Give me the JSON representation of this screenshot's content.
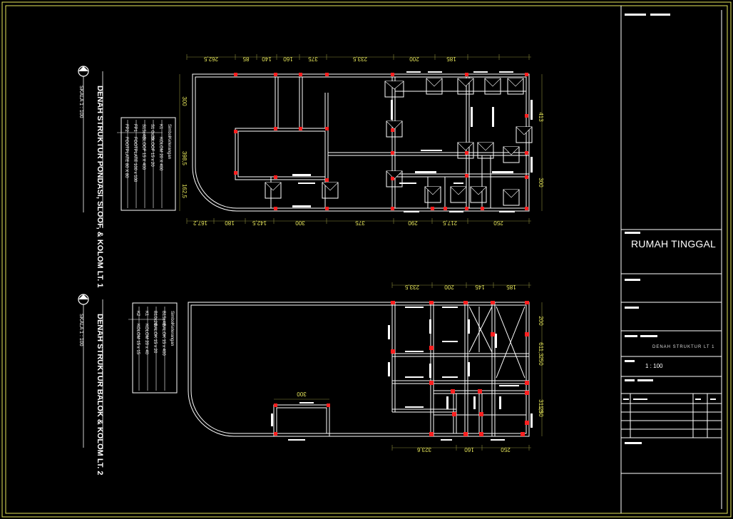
{
  "colors": {
    "background": "#000000",
    "frame": "#e6e65a",
    "line": "#ffffff",
    "dimension": "#e6e65a",
    "column": "#ff2020",
    "label": "#aaaaaa"
  },
  "icons": [
    "north-arrow-icon"
  ],
  "title_block": {
    "project_name": "RUMAH TINGGAL",
    "sheet_title": "DENAH STRUKTUR LT 1",
    "scale": "1 : 100"
  },
  "plan_1": {
    "title": "DENAH STRUKTUR PONDASI, SLOOF, & KOLOM LT. 1",
    "scale": "SKALA 1 : 100",
    "legend_header": [
      "Simbol",
      "Keterangan"
    ],
    "legend_rows": [
      [
        "K1",
        "KOLOM 20 X 400"
      ],
      [
        "S1 0x20",
        "SLOOF 15 x 20"
      ],
      [
        "S15x40",
        "SLOOF 15 X 400"
      ],
      [
        "FP1",
        "FOOTPLATE 100 x 100"
      ],
      [
        "FP2",
        "FOOTPLATE 80 X 80"
      ]
    ],
    "dims_top": [
      "262,5",
      "85",
      "140",
      "160",
      "375",
      "233,5",
      "200",
      "185"
    ],
    "dims_bottom": [
      "167,2",
      "180",
      "142,5",
      "300",
      "375",
      "290",
      "217,5",
      "250"
    ],
    "dims_left": [
      "300",
      "398,5",
      "162,5"
    ],
    "dims_right": [
      "413",
      "300"
    ]
  },
  "plan_2": {
    "title": "DENAH STRUKTUR BALOK & KOLOM LT. 2",
    "scale": "SKALA 1 : 100",
    "legend_header": [
      "Simbol",
      "Keterangan"
    ],
    "legend_rows": [
      [
        "B15x40",
        "BALOK 15 x 400"
      ],
      [
        "B10x20",
        "BALOK 15 x 20"
      ],
      [
        "K1",
        "KOLOM 20 x 40"
      ],
      [
        "K2",
        "KOLOM 15 x 15"
      ]
    ],
    "dims_top": [
      "233,5",
      "200",
      "145",
      "185"
    ],
    "dims_bottom": [
      "323,6",
      "160",
      "250"
    ],
    "dims_right": [
      "200",
      "250",
      "611,3",
      "250",
      "311,3"
    ],
    "dim_void": "300"
  }
}
